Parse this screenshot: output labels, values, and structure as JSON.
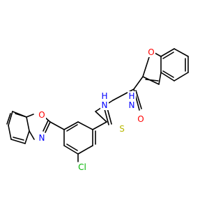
{
  "molecule": {
    "atom_labels": {
      "o_benzofuran": "O",
      "o_carbonyl": "O",
      "n_amide": "N",
      "h_amide": "H",
      "n_thiourea": "N",
      "h_thiourea": "H",
      "s_thione": "S",
      "o_benzoxazole": "O",
      "n_benzoxazole": "N",
      "cl": "Cl"
    },
    "colors": {
      "bond": "#000000",
      "oxygen": "#ff0000",
      "nitrogen": "#0000ff",
      "sulfur": "#b8b800",
      "chlorine": "#00b400"
    }
  }
}
